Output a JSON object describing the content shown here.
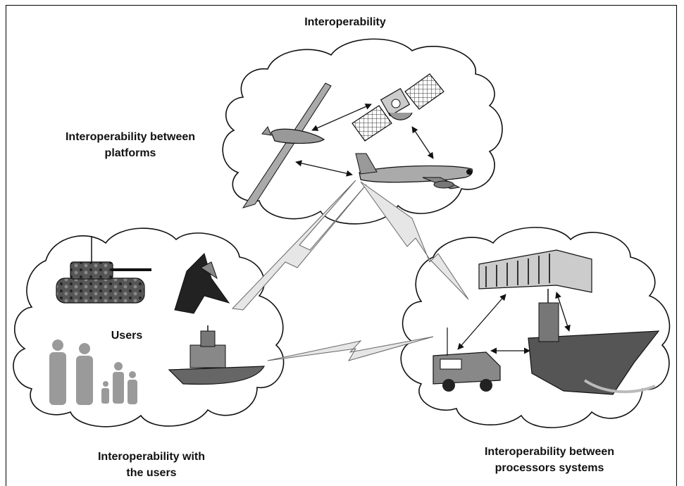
{
  "title": "Interoperability",
  "labels": {
    "platforms": "Interoperability between\nplatforms",
    "users_cloud": "Users",
    "users_caption": "Interoperability with\nthe users",
    "processors_caption": "Interoperability between\nprocessors systems"
  },
  "icons": [
    "uav-icon",
    "satellite-icon",
    "tanker-aircraft-icon",
    "tank-icon",
    "stealth-fighter-icon",
    "soldiers-icon",
    "patrol-boat-icon",
    "building-icon",
    "humvee-icon",
    "aircraft-carrier-icon",
    "lightning-link-icon",
    "double-arrow-icon"
  ]
}
